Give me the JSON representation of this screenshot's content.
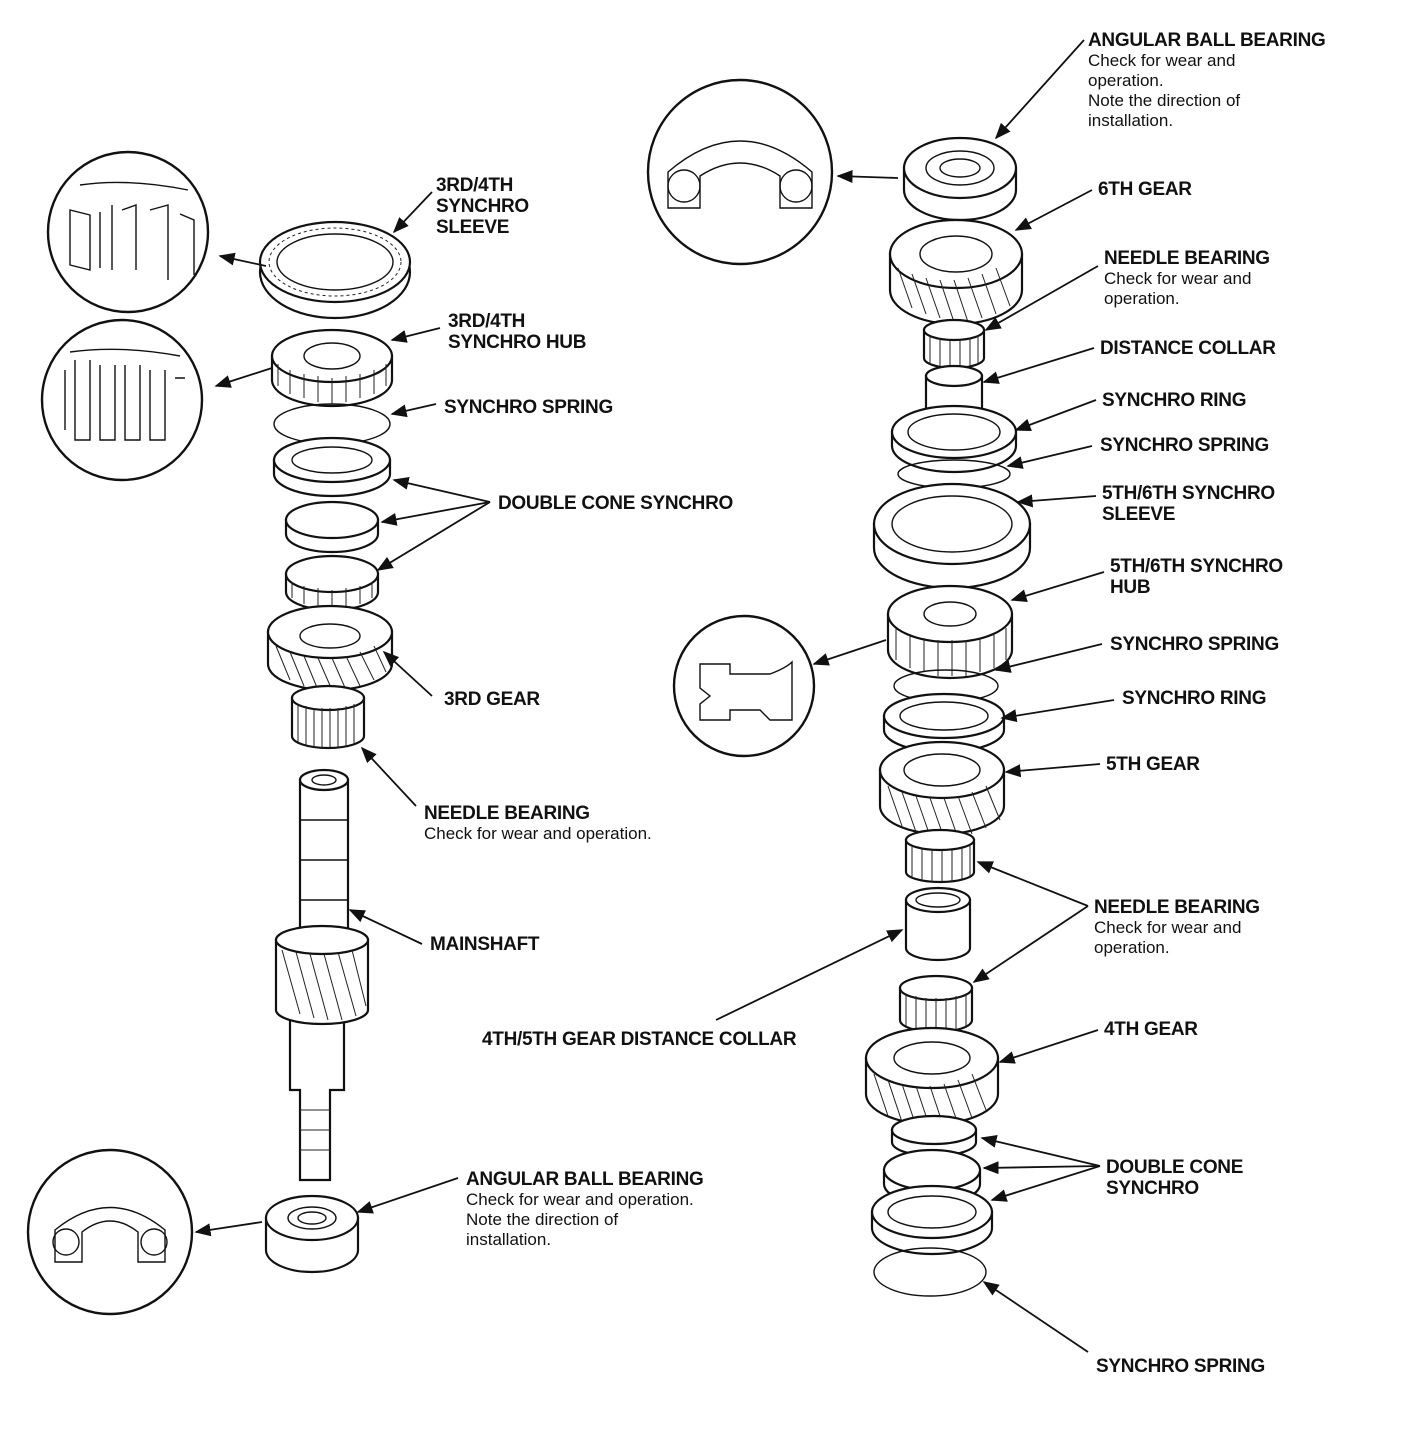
{
  "left": {
    "sleeve": {
      "l1": "3RD/4TH",
      "l2": "SYNCHRO",
      "l3": "SLEEVE"
    },
    "hub": {
      "l1": "3RD/4TH",
      "l2": "SYNCHRO HUB"
    },
    "spring": "SYNCHRO SPRING",
    "double_cone": "DOUBLE CONE SYNCHRO",
    "gear3": "3RD GEAR",
    "needle": {
      "title": "NEEDLE BEARING",
      "note": "Check for wear and operation."
    },
    "mainshaft": "MAINSHAFT",
    "ball_bearing": {
      "title": "ANGULAR BALL BEARING",
      "n1": "Check for wear and operation.",
      "n2": "Note the direction of",
      "n3": "installation."
    }
  },
  "right": {
    "ball_bearing": {
      "title": "ANGULAR BALL BEARING",
      "n1": "Check for wear and",
      "n2": "operation.",
      "n3": "Note the direction of",
      "n4": "installation."
    },
    "gear6": "6TH GEAR",
    "needle_top": {
      "title": "NEEDLE BEARING",
      "n1": "Check for wear and",
      "n2": "operation."
    },
    "distance_collar": "DISTANCE COLLAR",
    "ring_top": "SYNCHRO RING",
    "spring_top": "SYNCHRO SPRING",
    "sleeve": {
      "l1": "5TH/6TH SYNCHRO",
      "l2": "SLEEVE"
    },
    "hub": {
      "l1": "5TH/6TH SYNCHRO",
      "l2": "HUB"
    },
    "spring_mid": "SYNCHRO SPRING",
    "ring_mid": "SYNCHRO RING",
    "gear5": "5TH GEAR",
    "needle_mid": {
      "title": "NEEDLE BEARING",
      "n1": "Check for wear and",
      "n2": "operation."
    },
    "collar_45": "4TH/5TH GEAR DISTANCE COLLAR",
    "gear4": "4TH GEAR",
    "double_cone": {
      "l1": "DOUBLE CONE",
      "l2": "SYNCHRO"
    },
    "spring_bottom": "SYNCHRO SPRING"
  }
}
